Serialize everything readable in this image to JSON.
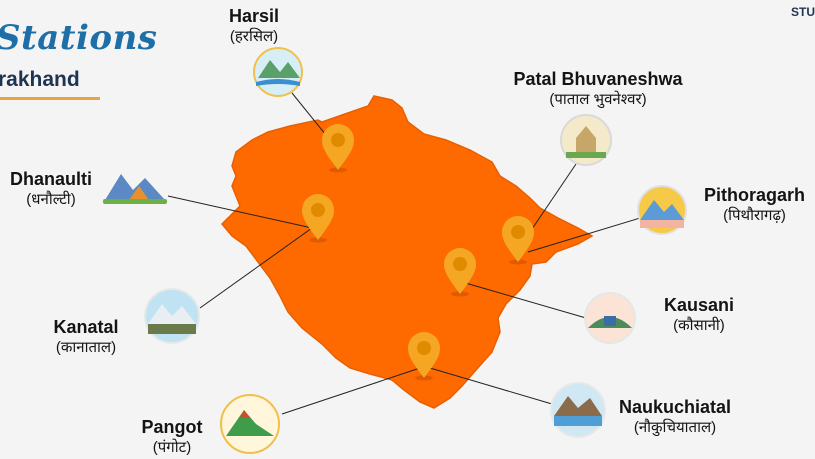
{
  "brand": {
    "title": "Stations",
    "region": "rakhand",
    "corner": "STU"
  },
  "colors": {
    "state": "#ff6a00",
    "pin": "#f5a623",
    "pin_dark": "#e08a00",
    "line": "#222222",
    "title": "#1e6fa8"
  },
  "places": [
    {
      "name": "Harsil",
      "hindi": "(हरसिल)",
      "icon": "river-valley-icon"
    },
    {
      "name": "Patal Bhuvaneshwa",
      "hindi": "(पाताल भुवनेश्वर)",
      "icon": "temple-icon"
    },
    {
      "name": "Dhanaulti",
      "hindi": "(धनौल्टी)",
      "icon": "camping-icon"
    },
    {
      "name": "Pithoragarh",
      "hindi": "(पिथौरागढ़)",
      "icon": "mountain-sunrise-icon"
    },
    {
      "name": "Kanatal",
      "hindi": "(कानाताल)",
      "icon": "snowy-peaks-icon"
    },
    {
      "name": "Kausani",
      "hindi": "(कौसानी)",
      "icon": "hill-cottage-icon"
    },
    {
      "name": "Pangot",
      "hindi": "(पंगोट)",
      "icon": "forest-hill-icon"
    },
    {
      "name": "Naukuchiatal",
      "hindi": "(नौकुचियाताल)",
      "icon": "lake-mountain-icon"
    }
  ]
}
